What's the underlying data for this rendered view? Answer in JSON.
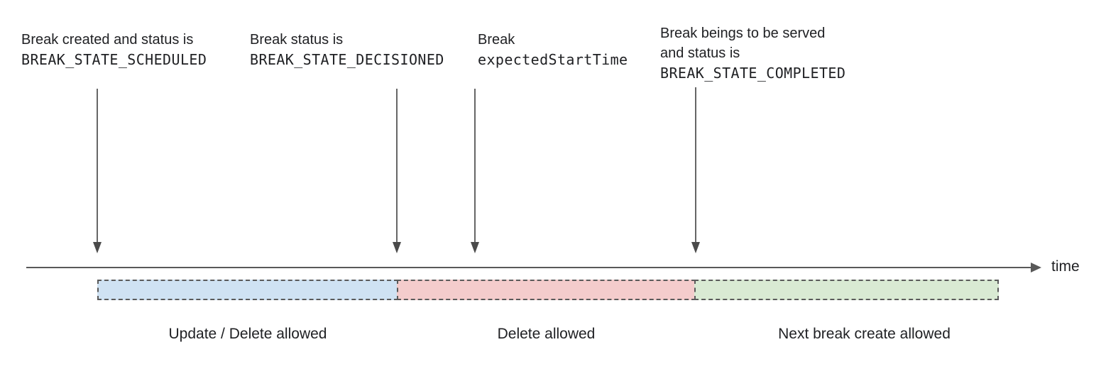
{
  "diagram": {
    "annotations": [
      {
        "line1": "Break created and status is",
        "code": "BREAK_STATE_SCHEDULED"
      },
      {
        "line1": "Break status is",
        "code": "BREAK_STATE_DECISIONED"
      },
      {
        "line1": "Break",
        "code": "expectedStartTime"
      },
      {
        "line1": "Break beings to be served",
        "line2": "and status is",
        "code": "BREAK_STATE_COMPLETED"
      }
    ],
    "axis": {
      "label": "time"
    },
    "segments": [
      {
        "label": "Update / Delete allowed",
        "color": "#cfe2f3"
      },
      {
        "label": "Delete allowed",
        "color": "#f4cccc"
      },
      {
        "label": "Next break create allowed",
        "color": "#d9ead3"
      }
    ],
    "colors": {
      "segment_blue": "#cfe2f3",
      "segment_red": "#f4cccc",
      "segment_green": "#d9ead3",
      "line_gray": "#595959",
      "text": "#202124"
    }
  }
}
